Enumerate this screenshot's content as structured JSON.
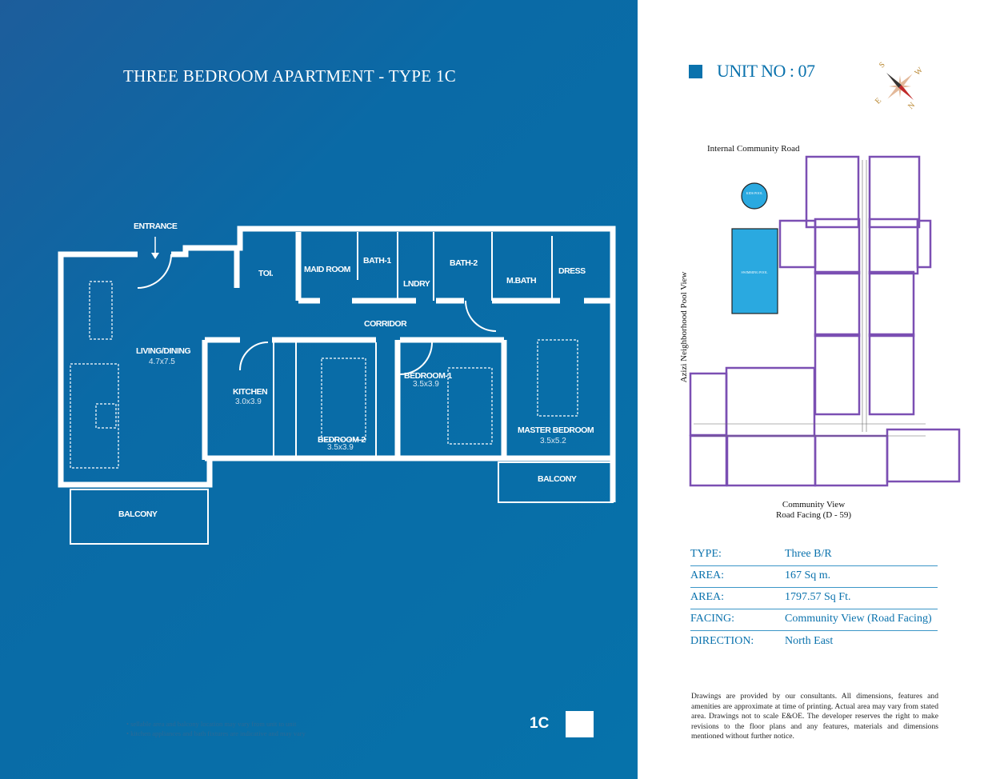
{
  "title": "THREE BEDROOM APARTMENT  - TYPE 1C",
  "floorplan": {
    "entrance": "ENTRANCE",
    "rooms": [
      {
        "name": "LIVING/DINING",
        "size": "4.7x7.5"
      },
      {
        "name": "KITCHEN",
        "size": "3.0x3.9"
      },
      {
        "name": "BEDROOM-2",
        "size": "3.5x3.9"
      },
      {
        "name": "BEDROOM-1",
        "size": "3.5x3.9"
      },
      {
        "name": "MASTER BEDROOM",
        "size": "3.5x5.2"
      },
      {
        "name": "TOI."
      },
      {
        "name": "MAID ROOM"
      },
      {
        "name": "BATH-1"
      },
      {
        "name": "LNDRY"
      },
      {
        "name": "BATH-2"
      },
      {
        "name": "M.BATH"
      },
      {
        "name": "DRESS"
      },
      {
        "name": "CORRIDOR"
      },
      {
        "name": "BALCONY"
      },
      {
        "name": "BALCONY"
      }
    ]
  },
  "notes": [
    "• sellable area and balcony location may vary from unit to unit",
    "• kitchen appliances and bath fixtures are indicative and may vary"
  ],
  "unit_code": "1C",
  "unit_no": "UNIT NO : 07",
  "compass": {
    "s": "S",
    "w": "W",
    "e": "E",
    "n": "N"
  },
  "site": {
    "top": "Internal Community Road",
    "side": "Azizi Neighborhood Pool View",
    "bottom1": "Community View",
    "bottom2": "Road Facing (D - 59)",
    "kids_pool": "KIDS POOL",
    "pool": "SWIMMING POOL"
  },
  "specs": [
    {
      "k": "TYPE:",
      "v": "Three B/R"
    },
    {
      "k": "AREA:",
      "v": "167 Sq m."
    },
    {
      "k": "AREA:",
      "v": "1797.57 Sq Ft."
    },
    {
      "k": "FACING:",
      "v": "Community View (Road Facing)"
    },
    {
      "k": "DIRECTION:",
      "v": "North East"
    }
  ],
  "disclaimer": "Drawings are provided by our consultants. All dimensions, features and amenities are approximate at time of printing. Actual area may vary from stated area. Drawings not to scale E&OE. The developer reserves the right to make revisions to the floor plans and any features, materials and dimensions mentioned without further notice.",
  "colors": {
    "panel": "#0672aa",
    "accent": "#0a72ad",
    "site_outline": "#7b4fb3",
    "pool": "#2aa9e0"
  }
}
